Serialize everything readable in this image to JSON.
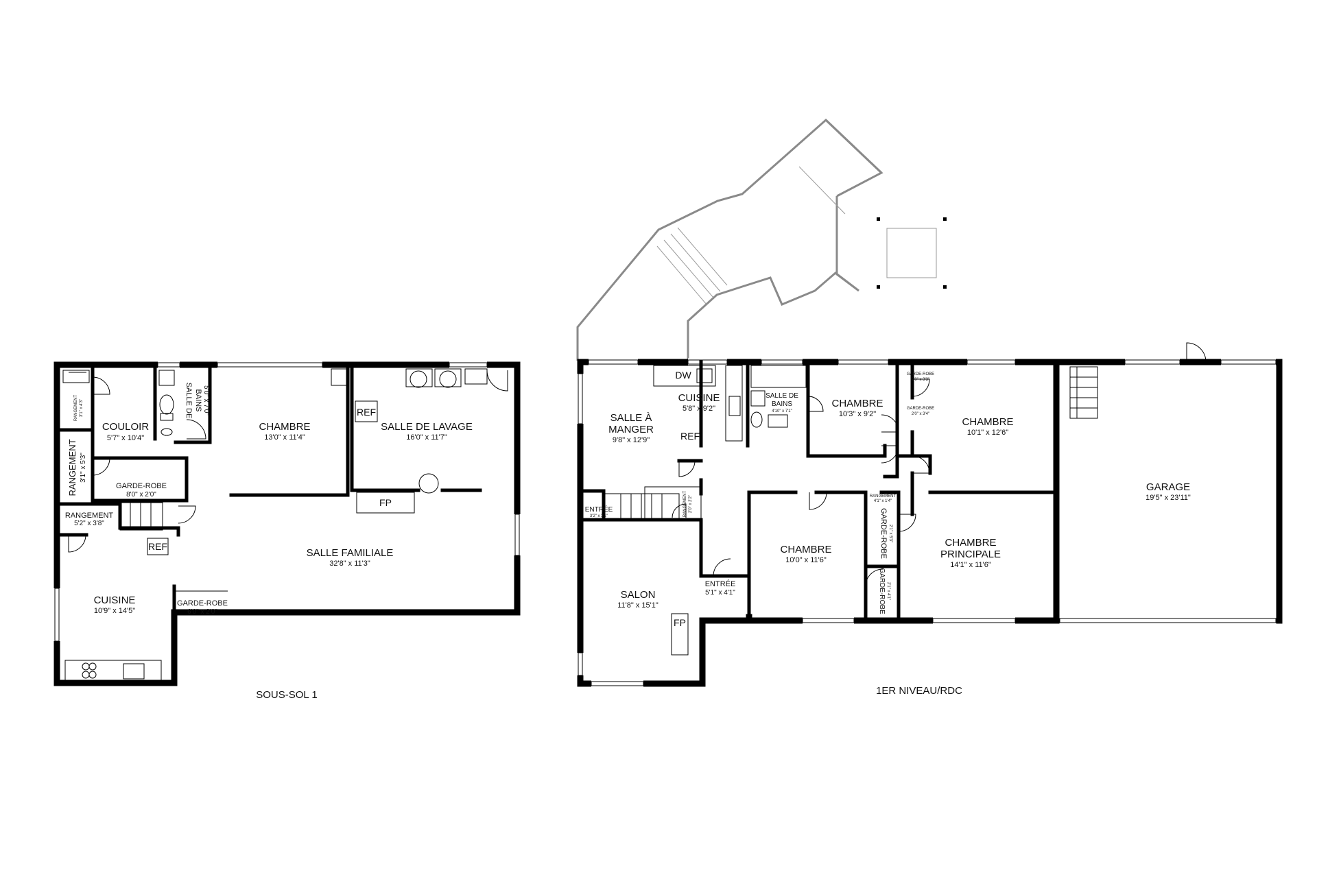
{
  "colors": {
    "wall": "#000000",
    "deck": "#8a8a8a",
    "background": "#ffffff"
  },
  "basement": {
    "level_label": "SOUS-SOL 1",
    "rooms": {
      "rangement_small": {
        "name": "RANGEMENT",
        "dims": "3'1\" x 4'3\""
      },
      "couloir": {
        "name": "COULOIR",
        "dims": "5'7\" x 10'4\""
      },
      "salle_de_bains": {
        "name1": "SALLE DE",
        "name2": "BAINS",
        "dims": "5'0\" x 7'0\""
      },
      "chambre": {
        "name": "CHAMBRE",
        "dims": "13'0\" x 11'4\""
      },
      "salle_de_lavage": {
        "name": "SALLE DE LAVAGE",
        "dims": "16'0\" x 11'7\""
      },
      "rangement_vertical": {
        "name": "RANGEMENT",
        "dims": "3'1\" x 5'3\""
      },
      "garde_robe_1": {
        "name": "GARDE-ROBE",
        "dims": "8'0\" x 2'0\""
      },
      "rangement_2": {
        "name": "RANGEMENT",
        "dims": "5'2\" x 3'8\""
      },
      "salle_familiale": {
        "name": "SALLE FAMILIALE",
        "dims": "32'8\" x 11'3\""
      },
      "cuisine": {
        "name": "CUISINE",
        "dims": "10'9\" x 14'5\""
      },
      "garde_robe_2": {
        "name": "GARDE-ROBE",
        "dims": "6'0\" x 2'0\""
      }
    },
    "fixtures": {
      "ref_laundry": "REF",
      "ref_stairs": "REF",
      "fp": "FP"
    }
  },
  "main": {
    "level_label": "1ER NIVEAU/RDC",
    "rooms": {
      "salle_a_manger": {
        "name1": "SALLE À",
        "name2": "MANGER",
        "dims": "9'8\" x 12'9\""
      },
      "cuisine": {
        "name": "CUISINE",
        "dims": "5'8\" x 9'2\""
      },
      "salle_de_bains": {
        "name1": "SALLE DE",
        "name2": "BAINS",
        "dims": "4'10\" x 7'1\""
      },
      "chambre_1": {
        "name": "CHAMBRE",
        "dims": "10'3\" x 9'2\""
      },
      "garde_robe_a": {
        "name": "GARDE-ROBE",
        "dims": "2'0\" x 3'3\""
      },
      "garde_robe_b": {
        "name": "GARDE-ROBE",
        "dims": "2'0\" x 3'4\""
      },
      "chambre_2": {
        "name": "CHAMBRE",
        "dims": "10'1\" x 12'6\""
      },
      "entree_1": {
        "name": "ENTRÉE",
        "dims": "3'2\" x 3'1\""
      },
      "rangement_small": {
        "name": "RANGEMENT",
        "dims": "2'0\" x 2'2\""
      },
      "chambre_3": {
        "name": "CHAMBRE",
        "dims": "10'0\" x 11'6\""
      },
      "rangement_hall": {
        "name": "RANGEMENT",
        "dims": "4'1\" x 1'4\""
      },
      "garde_robe_c": {
        "name": "GARDE-ROBE",
        "dims": "2'1\" x 5'3\""
      },
      "chambre_principale": {
        "name1": "CHAMBRE",
        "name2": "PRINCIPALE",
        "dims": "14'1\" x 11'6\""
      },
      "garde_robe_d": {
        "name": "GARDE-ROBE",
        "dims": "2'1\" x 4'1\""
      },
      "garage": {
        "name": "GARAGE",
        "dims": "19'5\" x 23'11\""
      },
      "entree_2": {
        "name": "ENTRÉE",
        "dims": "5'1\" x 4'1\""
      },
      "salon": {
        "name": "SALON",
        "dims": "11'8\" x 15'1\""
      }
    },
    "fixtures": {
      "dw": "DW",
      "ref": "REF",
      "fp": "FP"
    }
  }
}
